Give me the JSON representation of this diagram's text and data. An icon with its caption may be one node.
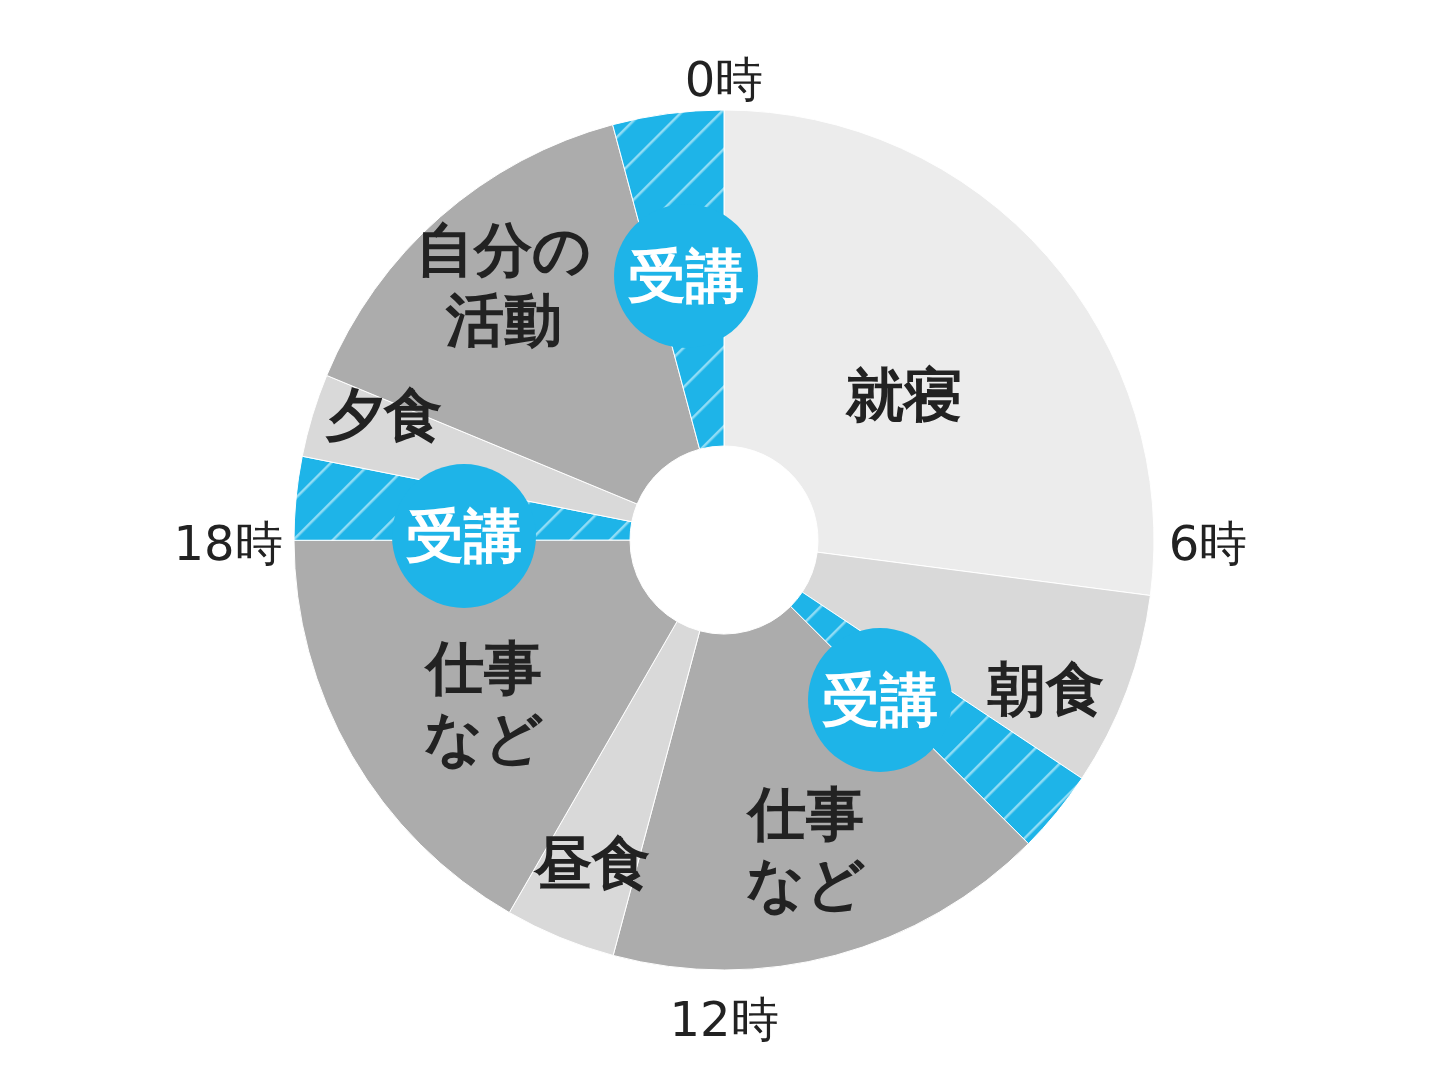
{
  "diagram": {
    "labels": [
      "0時",
      "6時",
      "12時",
      "18時"
    ],
    "chart_data": {
      "type": "donut",
      "categories": [
        "就寝",
        "朝食",
        "受講",
        "仕事など",
        "昼食",
        "仕事など",
        "受講",
        "夕食",
        "自分の活動",
        "受講"
      ],
      "values": [
        27.06,
        7.29,
        3.13,
        16.67,
        4.17,
        16.67,
        3.13,
        3.13,
        14.58,
        4.17
      ]
    }
  }
}
